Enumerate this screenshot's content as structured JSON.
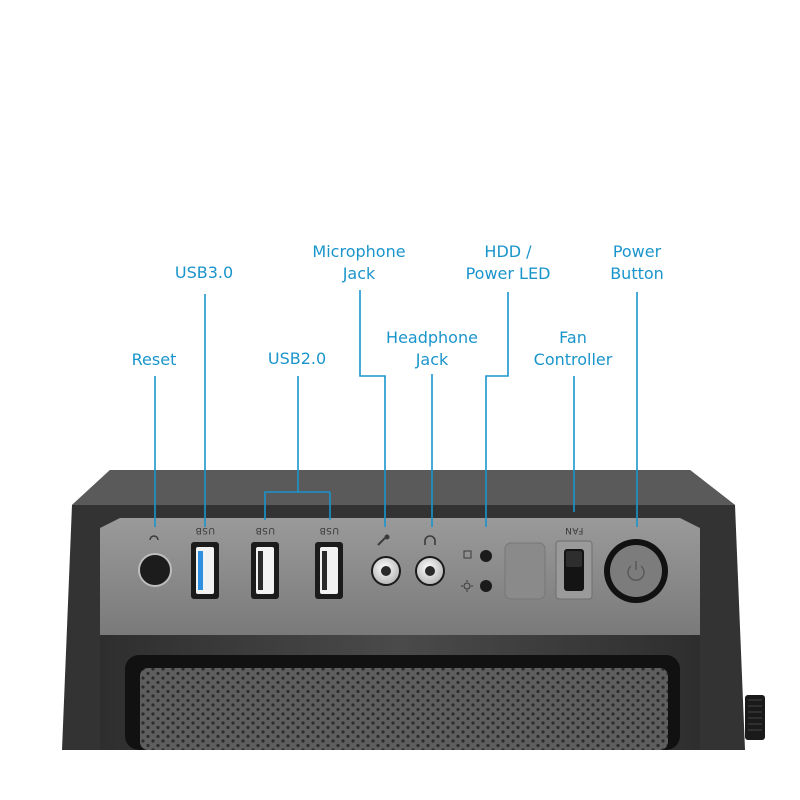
{
  "labels": {
    "reset": "Reset",
    "usb3": "USB3.0",
    "usb2": "USB2.0",
    "microphone": [
      "Microphone",
      "Jack"
    ],
    "headphone": [
      "Headphone",
      "Jack"
    ],
    "hdd_led": [
      "HDD /",
      "Power LED"
    ],
    "fan": [
      "Fan",
      "Controller"
    ],
    "power": [
      "Power",
      "Button"
    ]
  },
  "panel": {
    "usb1": "USB",
    "usb2": "USB",
    "usb3": "USB",
    "fan": "FAN"
  },
  "colors": {
    "callout": "#1a95cc",
    "case_body": "#3b3b3b",
    "panel": "#8e8e8e",
    "usb3_accent": "#2f8fe0"
  }
}
